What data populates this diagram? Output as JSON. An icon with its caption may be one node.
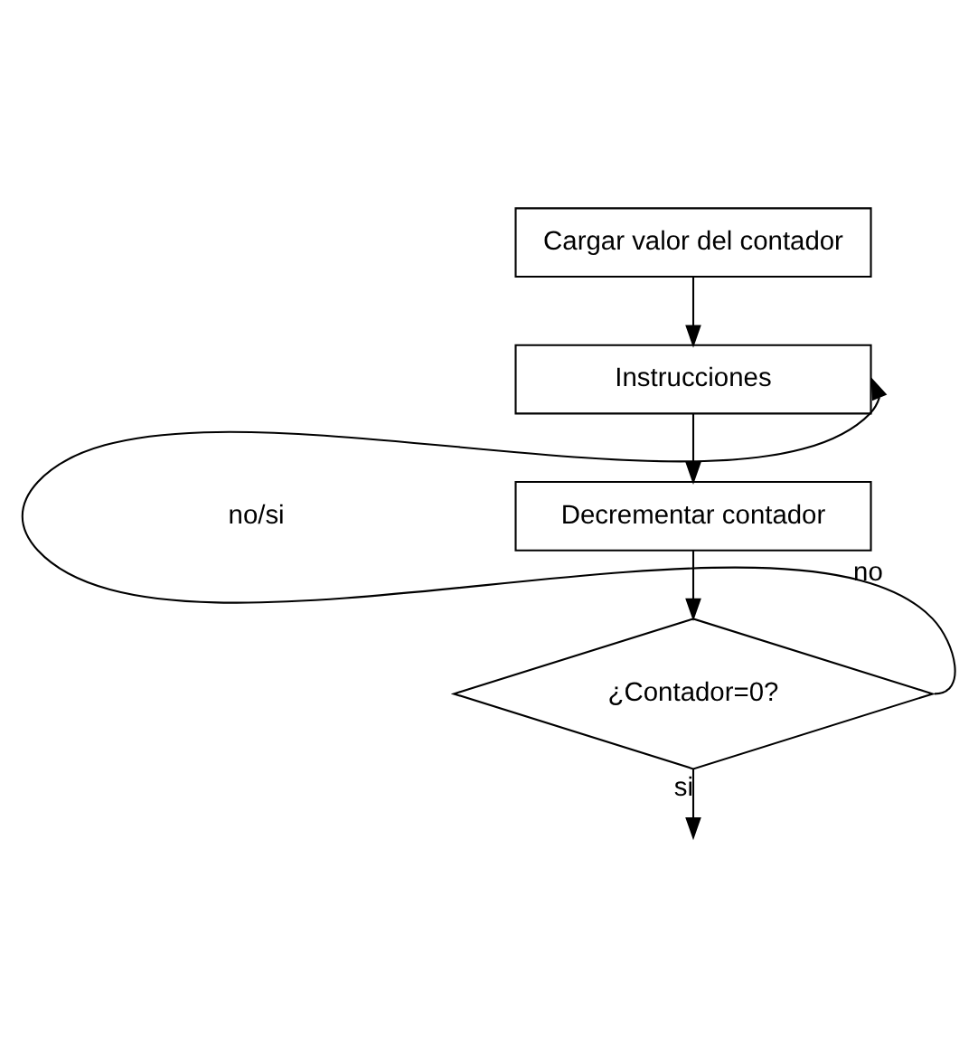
{
  "diagram": {
    "nodes": [
      {
        "text": [
          "Cargar valor del contador"
        ]
      },
      {
        "text": [
          "Instrucciones"
        ]
      },
      {
        "text": [
          "Decrementar contador"
        ]
      },
      {
        "text": [
          "¿Contador=0?"
        ]
      }
    ],
    "edges": [
      {
        "from": 0,
        "to": 1,
        "arrow": "to"
      },
      {
        "from": 1,
        "to": 2,
        "arrow": "to"
      },
      {
        "from": 2,
        "to": 3,
        "arrow": "to"
      },
      {
        "from": 3,
        "to": 1,
        "arrow": "to",
        "label": "no"
      },
      {
        "from": 3,
        "to": null,
        "arrow": "to",
        "label": "si"
      }
    ],
    "labels": [
      "no/si"
    ]
  }
}
